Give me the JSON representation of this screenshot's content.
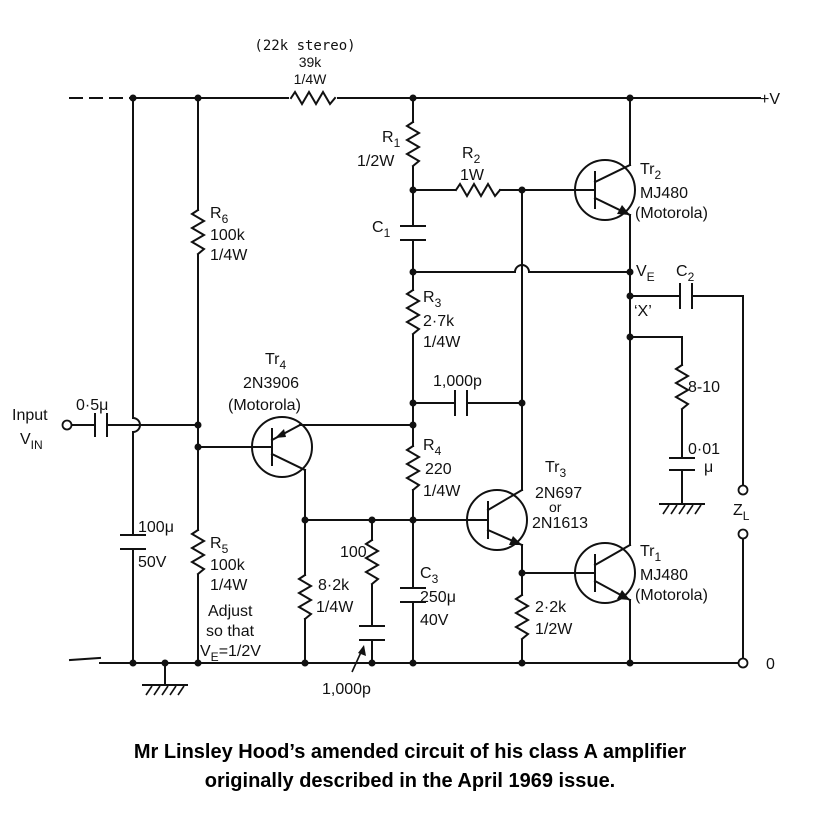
{
  "labels": {
    "r_top_alt": "(22k stereo)",
    "r_top_val": "39k",
    "r_top_pw": "1/4W",
    "supply": "+V",
    "r1": "R",
    "r1_sub": "1",
    "r1_pw": "1/2W",
    "r2": "R",
    "r2_sub": "2",
    "r2_pw": "1W",
    "tr2": "Tr",
    "tr2_sub": "2",
    "tr2_type": "MJ480",
    "tr2_mfr": "(Motorola)",
    "r6": "R",
    "r6_sub": "6",
    "r6_val": "100k",
    "r6_pw": "1/4W",
    "c1": "C",
    "c1_sub": "1",
    "ve": "V",
    "ve_sub": "E",
    "c2": "C",
    "c2_sub": "2",
    "x_point": "‘X’",
    "r3": "R",
    "r3_sub": "3",
    "r3_val": "2·7k",
    "r3_pw": "1/4W",
    "load_r": "8-10",
    "tr4": "Tr",
    "tr4_sub": "4",
    "tr4_type": "2N3906",
    "tr4_mfr": "(Motorola)",
    "c_fb": "1,000p",
    "input": "Input",
    "vin": "V",
    "vin_sub": "IN",
    "c_in": "0·5μ",
    "r4": "R",
    "r4_sub": "4",
    "r4_val": "220",
    "r4_pw": "1/4W",
    "tr3": "Tr",
    "tr3_sub": "3",
    "tr3_type1": "2N697",
    "tr3_or": "or",
    "tr3_type2": "2N1613",
    "c_load_val": "0·01",
    "c_load_unit": "μ",
    "zl": "Z",
    "zl_sub": "L",
    "c_dec": "100μ",
    "c_dec_v": "50V",
    "r5": "R",
    "r5_sub": "5",
    "r5_val": "100k",
    "r5_pw": "1/4W",
    "r_small": "100",
    "c3": "C",
    "c3_sub": "3",
    "c3_val": "250μ",
    "c3_v": "40V",
    "tr1": "Tr",
    "tr1_sub": "1",
    "tr1_type": "MJ480",
    "tr1_mfr": "(Motorola)",
    "r_82": "8·2k",
    "r_82_pw": "1/4W",
    "r_22": "2·2k",
    "r_22_pw": "1/2W",
    "adjust1": "Adjust",
    "adjust2": "so that",
    "adjust3": "=1/2V",
    "adjust_ve": "V",
    "adjust_ve_sub": "E",
    "c_bottom": "1,000p",
    "ground_out": "0"
  },
  "caption": {
    "line1": "Mr Linsley Hood’s amended circuit of his class A amplifier",
    "line2": "originally described in the April 1969 issue."
  }
}
